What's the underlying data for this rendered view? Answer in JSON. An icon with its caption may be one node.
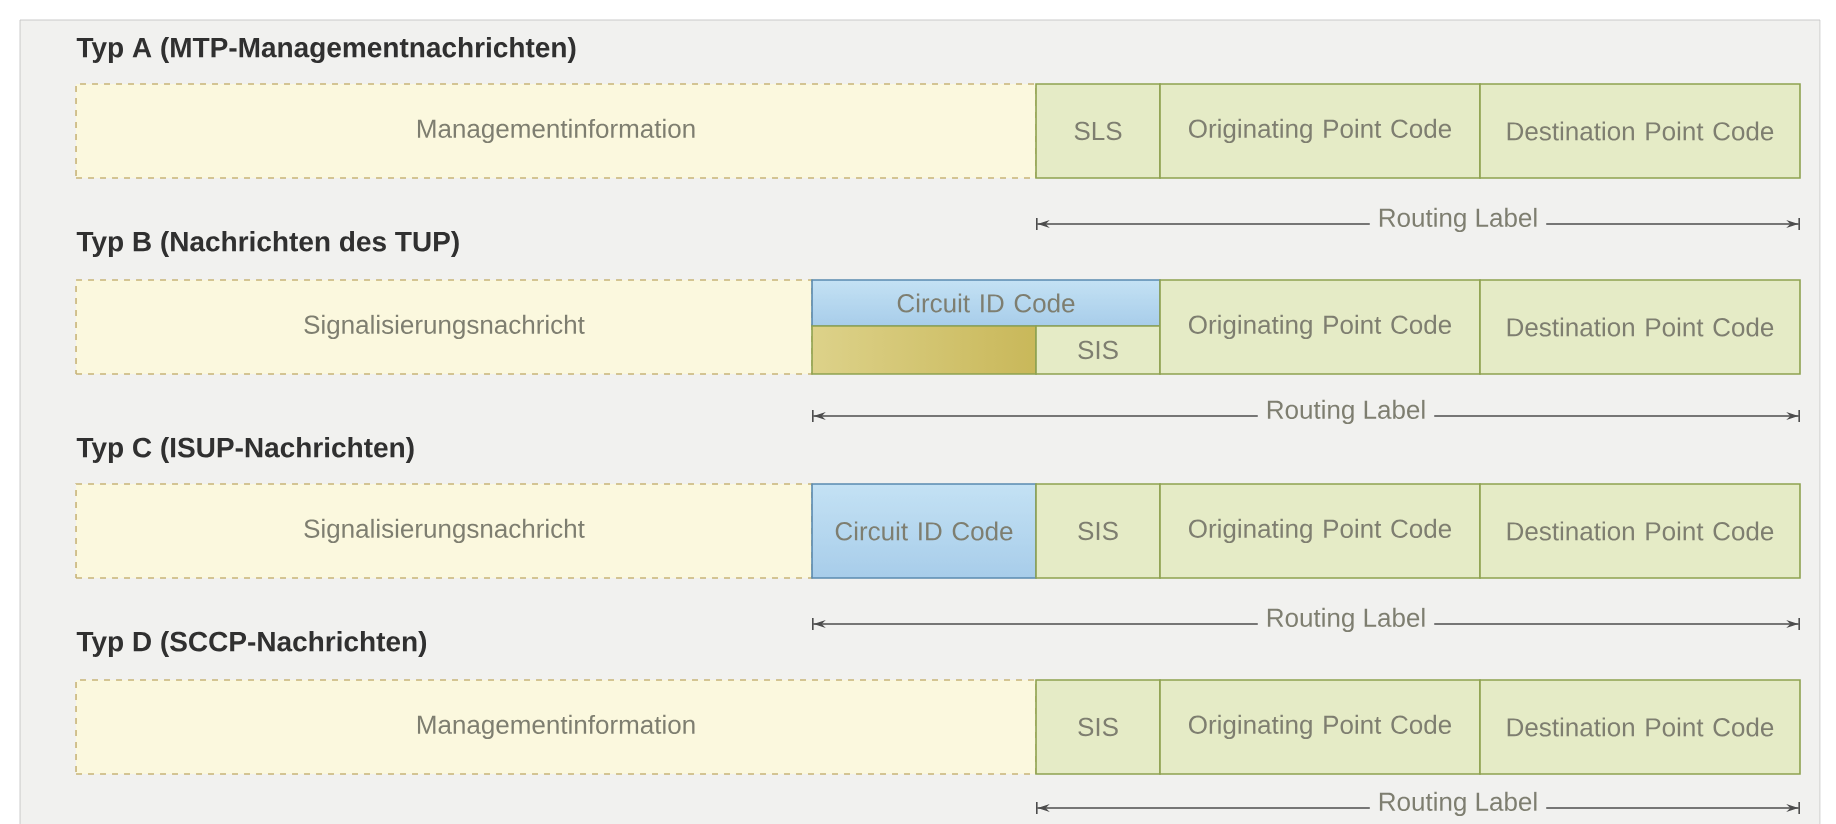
{
  "diagram": {
    "nodes": [
      {
        "text": [
          "Managementinformation"
        ]
      },
      {
        "text": [
          "SLS"
        ]
      },
      {
        "text": [
          "Originating Point Code"
        ]
      },
      {
        "text": [
          "Destination Point Code"
        ]
      },
      {
        "text": [
          "Signalisierungsnachricht"
        ]
      },
      {
        "text": [
          "Circuit ID Code"
        ]
      },
      {
        "text": [],
        "shape": "box"
      },
      {
        "text": [
          "SIS"
        ]
      },
      {
        "text": [
          "Originating Point Code"
        ]
      },
      {
        "text": [
          "Destination Point Code"
        ]
      },
      {
        "text": [
          "Signalisierungsnachricht"
        ]
      },
      {
        "text": [
          "Circuit ID Code"
        ]
      },
      {
        "text": [
          "SIS"
        ]
      },
      {
        "text": [
          "Originating Point Code"
        ]
      },
      {
        "text": [
          "Destination Point Code"
        ]
      },
      {
        "text": [
          "Managementinformation"
        ]
      },
      {
        "text": [
          "SIS"
        ]
      },
      {
        "text": [
          "Originating Point Code"
        ]
      },
      {
        "text": [
          "Destination Point Code"
        ]
      }
    ],
    "labels": [
      "Typ A (MTP-Managementnachrichten)",
      "Routing Label",
      "Typ B (Nachrichten des TUP)",
      "Routing Label",
      "Typ C (ISUP-Nachrichten)",
      "Routing Label",
      "Typ D (SCCP-Nachrichten)",
      "Routing Label"
    ]
  }
}
